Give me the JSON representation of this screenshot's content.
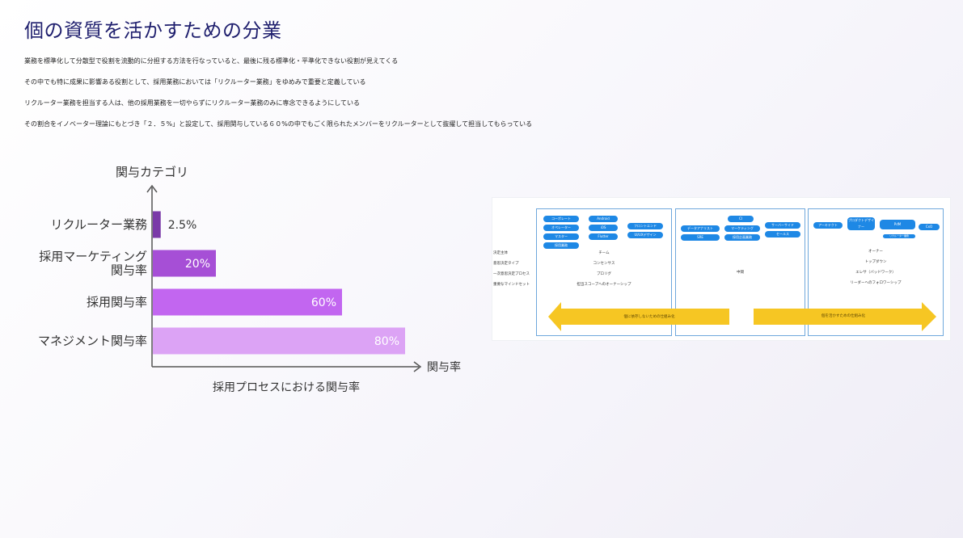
{
  "page": {
    "title": "個の資質を活かすための分業",
    "bullets": [
      "業務を標準化して分散型で役割を流動的に分担する方法を行なっていると、最後に残る標準化・平準化できない役割が見えてくる",
      "その中でも特に成果に影響ある役割として、採用業務においては「リクルーター業務」をゆめみで重要と定義している",
      "リクルーター業務を担当する人は、他の採用業務を一切やらずにリクルーター業務のみに専念できるようにしている",
      "その割合をイノベーター理論にもとづき「２．５%」と設定して、採用関与している６０%の中でもごく限られたメンバーをリクルーターとして抜擢して担当してもらっている"
    ]
  },
  "chart_data": {
    "type": "bar",
    "orientation": "horizontal",
    "title": "",
    "xlabel": "関与率",
    "ylabel": "関与カテゴリ",
    "caption": "採用プロセスにおける関与率",
    "categories": [
      "リクルーター業務",
      "採用マーケティング\n関与率",
      "採用関与率",
      "マネジメント関与率"
    ],
    "values": [
      2.5,
      20,
      60,
      80
    ],
    "value_labels": [
      "2.5%",
      "20%",
      "60%",
      "80%"
    ],
    "xlim": [
      0,
      100
    ],
    "grid": false,
    "colors": [
      "#7a3aa8",
      "#a64fd6",
      "#c266f0",
      "#dca3f5"
    ]
  },
  "diagram": {
    "row_labels": [
      "決定主体",
      "意思決定タイプ",
      "一次意思決定プロセス",
      "重要なマインドセット"
    ],
    "col1": {
      "pills": [
        "コーポレート",
        "オペレーター",
        "マスター",
        "採用業務",
        "Android",
        "iOS",
        "Flutter",
        "フロントエンド",
        "UI/UXデザイン"
      ],
      "rows": [
        "チーム",
        "コンセンサス",
        "プロリグ",
        "担当スコープへのオーナーシップ"
      ]
    },
    "col2": {
      "pills": [
        "CI",
        "データアナリスト",
        "マーケティング",
        "SRE",
        "採用企画業務",
        "サーバーサイド",
        "セールス"
      ],
      "rows": [
        "中間"
      ]
    },
    "col3": {
      "pills": [
        "アーキテクト",
        "プロダクトデザイナー",
        "PdM",
        "CxO",
        "リクルーター業務"
      ],
      "rows": [
        "オーナー",
        "トップダウン",
        "エレサ（バッドワーク）",
        "リーダーへのフォロワーシップ"
      ]
    },
    "arrow_left": "個に依存しないための仕組み化",
    "arrow_right": "個を活かすための仕組み化"
  }
}
